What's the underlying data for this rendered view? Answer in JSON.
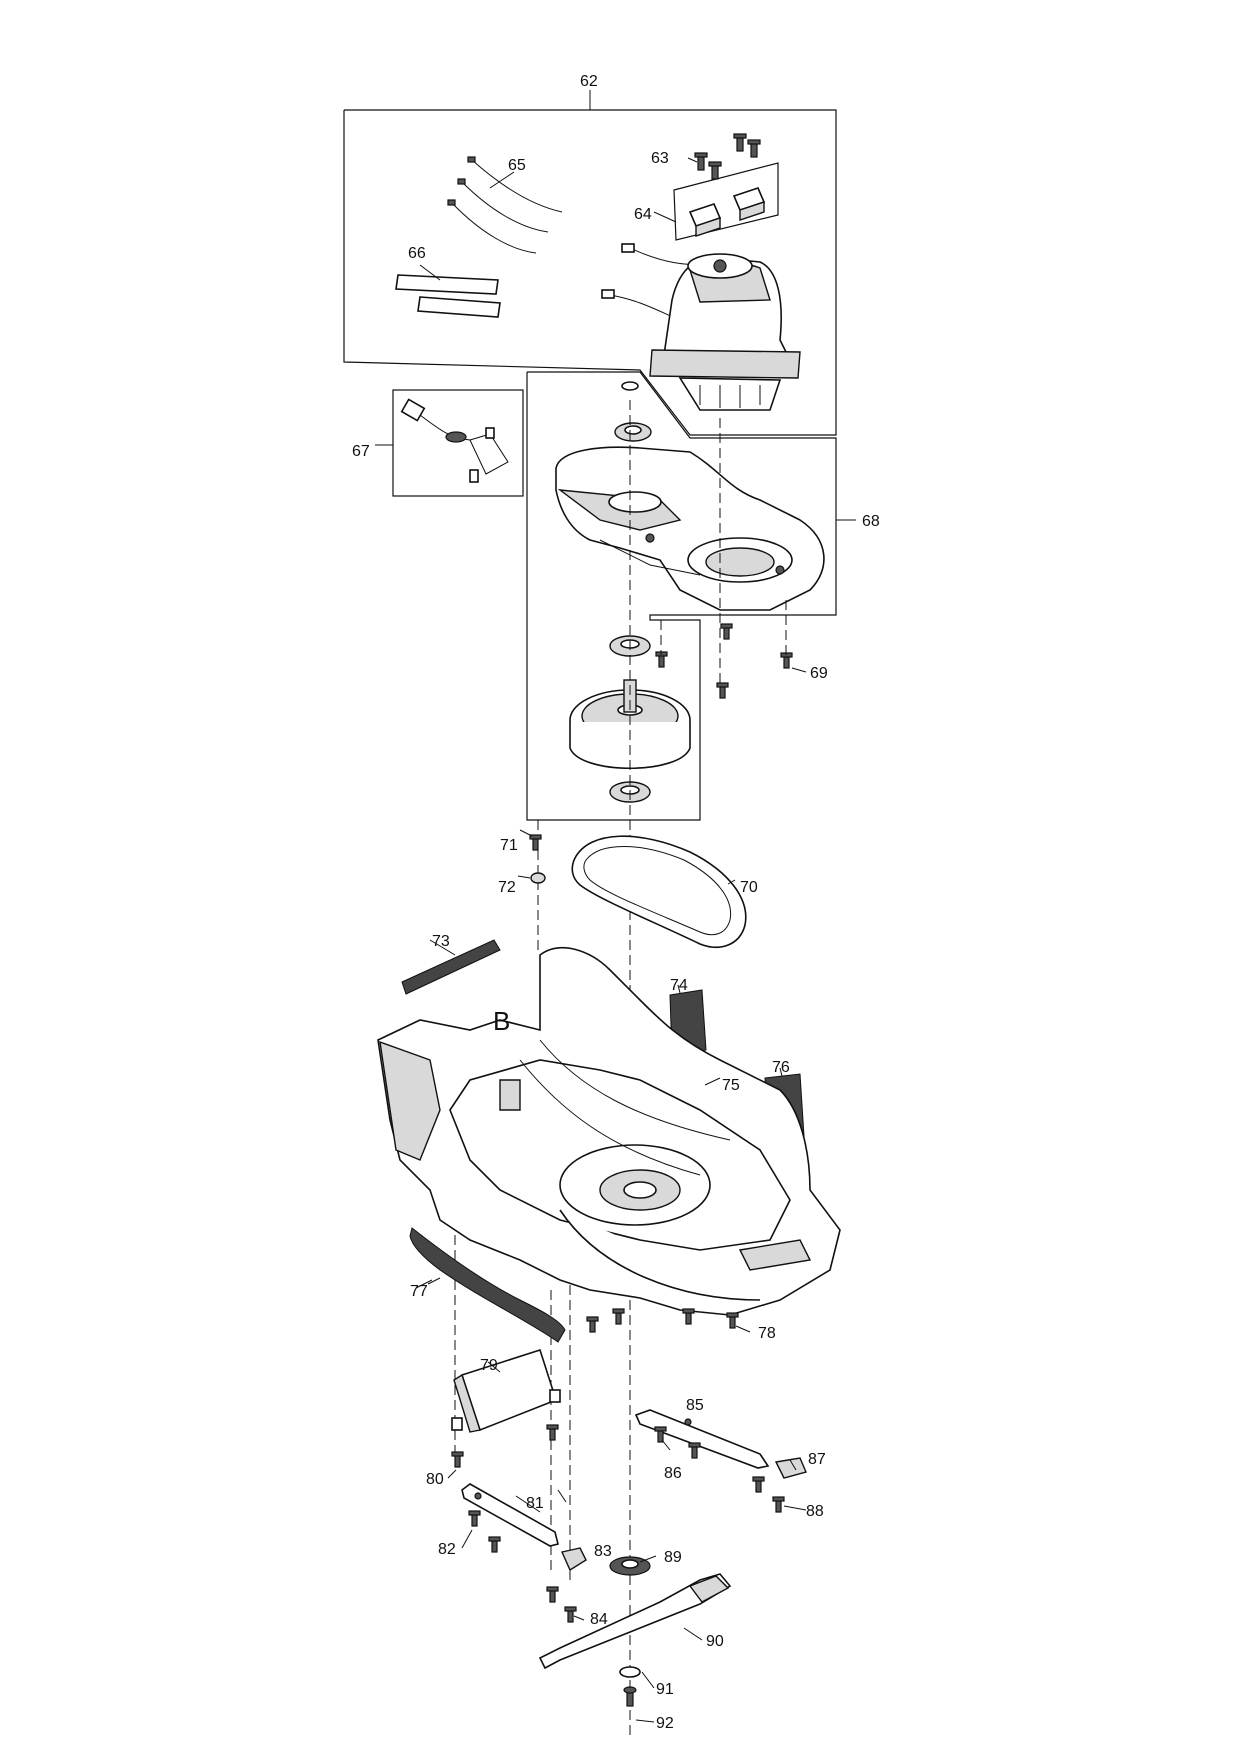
{
  "diagram": {
    "section_letter": "B",
    "callouts": [
      "62",
      "63",
      "64",
      "65",
      "66",
      "67",
      "68",
      "69",
      "70",
      "71",
      "72",
      "73",
      "74",
      "75",
      "76",
      "77",
      "78",
      "79",
      "80",
      "81",
      "82",
      "83",
      "84",
      "85",
      "86",
      "87",
      "88",
      "89",
      "90",
      "91",
      "92"
    ]
  }
}
